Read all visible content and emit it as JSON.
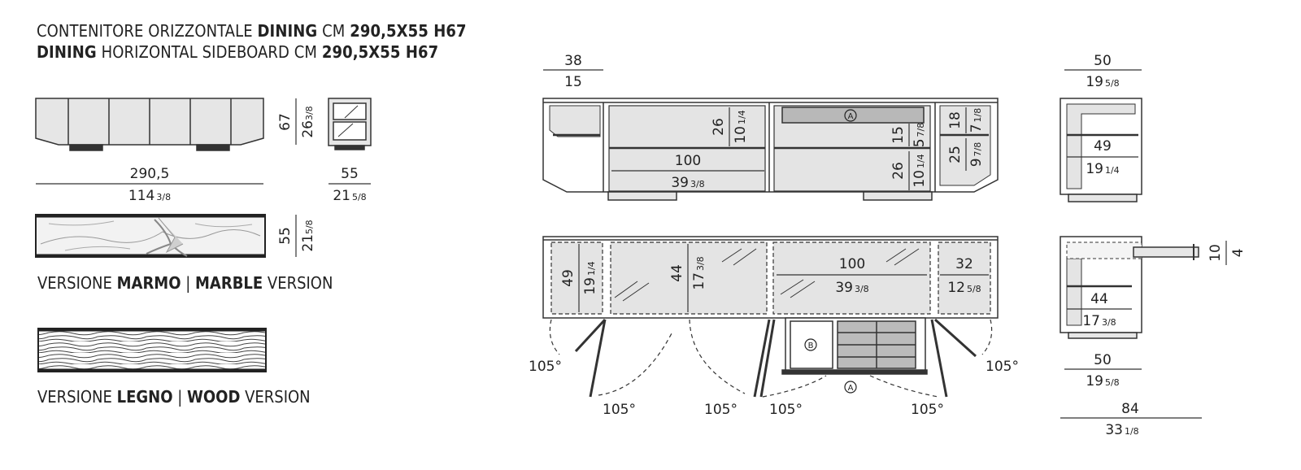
{
  "title": {
    "line1": {
      "a": "CONTENITORE ORIZZONTALE ",
      "b": "DINING",
      "c": " CM ",
      "d": "290,5X55 H67"
    },
    "line2": {
      "a": "DINING",
      "b": " HORIZONTAL SIDEBOARD CM ",
      "c": "290,5X55 H67"
    }
  },
  "versions": {
    "marble": {
      "a": "VERSIONE ",
      "b": "MARMO",
      "sep": " | ",
      "c": "MARBLE",
      "d": " VERSION"
    },
    "wood": {
      "a": "VERSIONE ",
      "b": "LEGNO",
      "sep": " | ",
      "c": "WOOD",
      "d": " VERSION"
    }
  },
  "dims": {
    "front_width": {
      "cm": "290,5",
      "in": "114",
      "in_frac": "3/8"
    },
    "front_height": {
      "cm": "67",
      "in": "26",
      "in_frac": "3/8"
    },
    "side_depth": {
      "cm": "55",
      "in": "21",
      "in_frac": "5/8"
    },
    "top_depth": {
      "cm": "55",
      "in": "21",
      "in_frac": "5/8"
    },
    "left_niche": {
      "cm": "38",
      "in": "15"
    },
    "int_h1": {
      "cm": "26",
      "in": "10",
      "in_frac": "1/4"
    },
    "int_w1": {
      "cm": "100",
      "in": "39",
      "in_frac": "3/8"
    },
    "drawer_h": {
      "cm": "15",
      "in": "5",
      "in_frac": "7/8"
    },
    "int_h2": {
      "cm": "26",
      "in": "10",
      "in_frac": "1/4"
    },
    "right_top": {
      "cm": "18",
      "in": "7",
      "in_frac": "1/8"
    },
    "right_bottom": {
      "cm": "25",
      "in": "9",
      "in_frac": "7/8"
    },
    "sec_top": {
      "cm": "50",
      "in": "19",
      "in_frac": "5/8"
    },
    "sec_depth": {
      "cm": "49",
      "in": "19",
      "in_frac": "1/4"
    },
    "door_h": {
      "cm": "49",
      "in": "19",
      "in_frac": "1/4"
    },
    "door2_h": {
      "cm": "44",
      "in": "17",
      "in_frac": "3/8"
    },
    "door3_w": {
      "cm": "100",
      "in": "39",
      "in_frac": "3/8"
    },
    "door4_w": {
      "cm": "32",
      "in": "12",
      "in_frac": "5/8"
    },
    "drawer_pull": {
      "cm": "10",
      "in": "4"
    },
    "sec2_depth": {
      "cm": "44",
      "in": "17",
      "in_frac": "3/8"
    },
    "sec2_w": {
      "cm": "50",
      "in": "19",
      "in_frac": "5/8"
    },
    "sec2_open": {
      "cm": "84",
      "in": "33",
      "in_frac": "1/8"
    }
  },
  "labels": {
    "a": "A",
    "b": "B"
  },
  "angles": {
    "a1": "105°",
    "a2": "105°",
    "a3": "105°",
    "a4": "105°",
    "a5": "105°",
    "a6": "105°"
  }
}
